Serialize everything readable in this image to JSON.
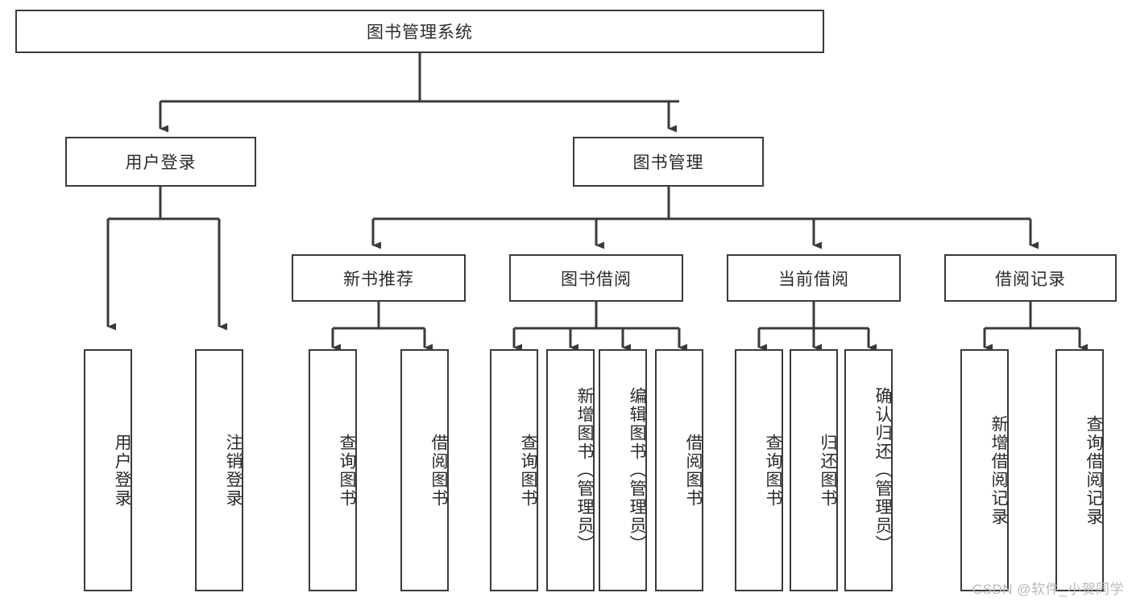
{
  "diagram": {
    "title": "图书管理系统",
    "watermark": "CSDN @软件_小贺同学",
    "colors": {
      "stroke": "#3a3a3a",
      "fill": "#ffffff",
      "text": "#2b2b2b",
      "watermark": "#b9b9b9"
    },
    "levels": {
      "root": {
        "label": "图书管理系统"
      },
      "level2": [
        {
          "label": "用户登录"
        },
        {
          "label": "图书管理"
        }
      ],
      "level3": [
        {
          "label": "新书推荐"
        },
        {
          "label": "图书借阅"
        },
        {
          "label": "当前借阅"
        },
        {
          "label": "借阅记录"
        }
      ],
      "leaves": [
        {
          "label": "用户登录",
          "parent": "用户登录"
        },
        {
          "label": "注销登录",
          "parent": "用户登录"
        },
        {
          "label": "查询图书",
          "parent": "新书推荐"
        },
        {
          "label": "借阅图书",
          "parent": "新书推荐"
        },
        {
          "label": "查询图书",
          "parent": "图书借阅"
        },
        {
          "label": "新增图书（管理员）",
          "parent": "图书借阅"
        },
        {
          "label": "编辑图书（管理员）",
          "parent": "图书借阅"
        },
        {
          "label": "借阅图书",
          "parent": "图书借阅"
        },
        {
          "label": "查询图书",
          "parent": "当前借阅"
        },
        {
          "label": "归还图书",
          "parent": "当前借阅"
        },
        {
          "label": "确认归还（管理员）",
          "parent": "当前借阅"
        },
        {
          "label": "新增借阅记录",
          "parent": "借阅记录"
        },
        {
          "label": "查询借阅记录",
          "parent": "借阅记录"
        }
      ]
    }
  }
}
